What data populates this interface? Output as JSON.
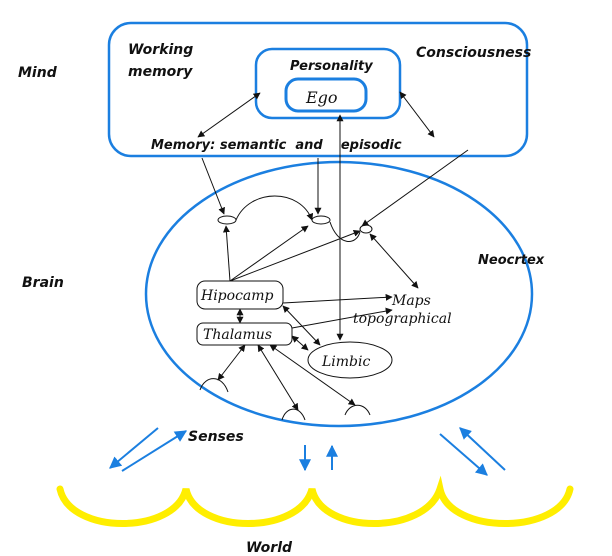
{
  "colors": {
    "blue": "#1b7fe0",
    "yellow": "#ffee00",
    "line": "#111111"
  },
  "levels": {
    "mind": "Mind",
    "brain": "Brain"
  },
  "mind": {
    "working_memory_line1": "Working",
    "working_memory_line2": "memory",
    "personality": "Personality",
    "ego": "Ego",
    "consciousness": "Consciousness",
    "memory_label": "Memory: semantic  and    episodic"
  },
  "brain": {
    "neocortex": "Neocrtex",
    "hippocamp": "Hipocamp",
    "thalamus": "Thalamus",
    "limbic": "Limbic",
    "maps_line1": "Maps",
    "maps_line2": "topographical"
  },
  "senses": "Senses",
  "world": "World"
}
